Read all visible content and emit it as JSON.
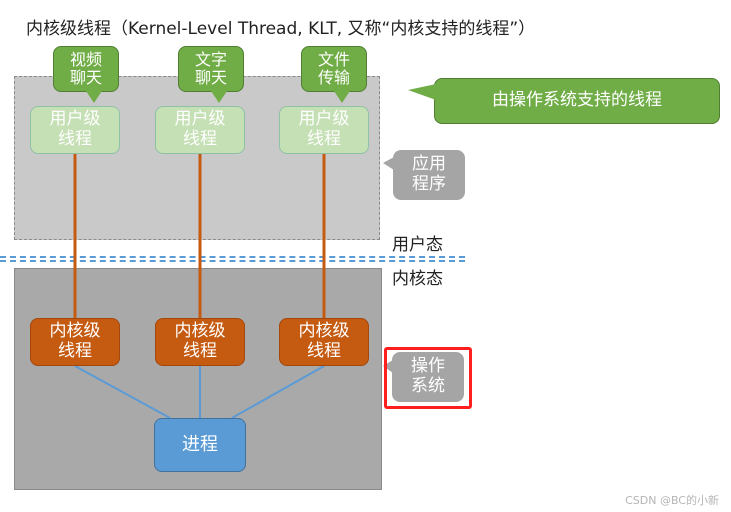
{
  "title": "内核级线程（Kernel-Level Thread, KLT, 又称“内核支持的线程”）",
  "callouts": [
    {
      "label": "视频\n聊天"
    },
    {
      "label": "文字\n聊天"
    },
    {
      "label": "文件\n传输"
    }
  ],
  "user_threads": [
    {
      "label": "用户级\n线程"
    },
    {
      "label": "用户级\n线程"
    },
    {
      "label": "用户级\n线程"
    }
  ],
  "kernel_threads": [
    {
      "label": "内核级\n线程"
    },
    {
      "label": "内核级\n线程"
    },
    {
      "label": "内核级\n线程"
    }
  ],
  "process_label": "进程",
  "os_supported_note": "由操作系统支持的线程",
  "app_label": "应用\n程序",
  "os_label": "操作\n系统",
  "user_mode_label": "用户态",
  "kernel_mode_label": "内核态",
  "watermark": "CSDN @BC的小新",
  "colors": {
    "green_callout": "#70ad47",
    "light_green": "#c5e0b4",
    "kernel_orange": "#c55a11",
    "process_blue": "#5b9bd5",
    "highlight_red": "#ff1f1f",
    "gray_label": "#a5a5a5"
  }
}
